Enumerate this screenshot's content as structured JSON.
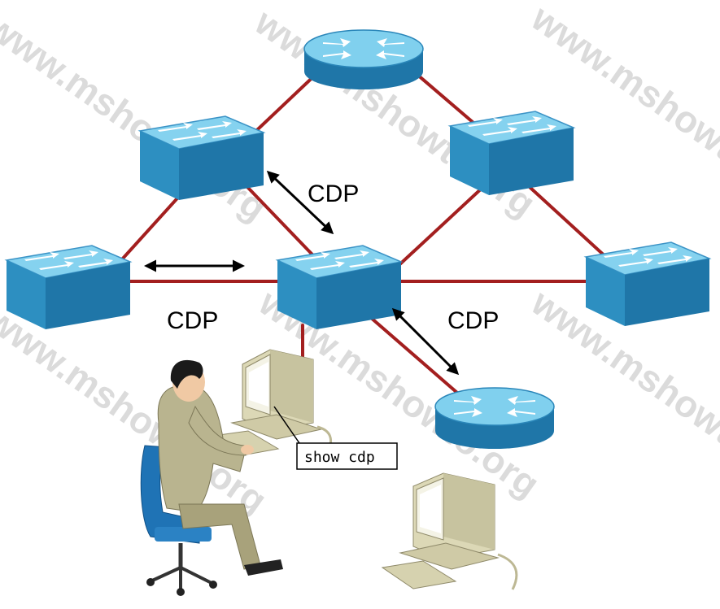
{
  "watermark": "www.mshowto.org",
  "protocol_labels": {
    "upper": "CDP",
    "left": "CDP",
    "right": "CDP"
  },
  "terminal": {
    "command": "show cdp"
  },
  "colors": {
    "link": "#a31f1f",
    "device_top": "#7fd0ee",
    "device_side": "#2d8fc1",
    "device_front": "#1f76a8",
    "arrow": "#000000"
  },
  "devices": [
    {
      "type": "router",
      "id": "router-top"
    },
    {
      "type": "switch",
      "id": "switch-upper-left"
    },
    {
      "type": "switch",
      "id": "switch-upper-right"
    },
    {
      "type": "switch",
      "id": "switch-left"
    },
    {
      "type": "switch",
      "id": "switch-center"
    },
    {
      "type": "switch",
      "id": "switch-right"
    },
    {
      "type": "router",
      "id": "router-bottom"
    },
    {
      "type": "workstation",
      "id": "pc-operator"
    },
    {
      "type": "workstation",
      "id": "pc-bottom"
    }
  ]
}
